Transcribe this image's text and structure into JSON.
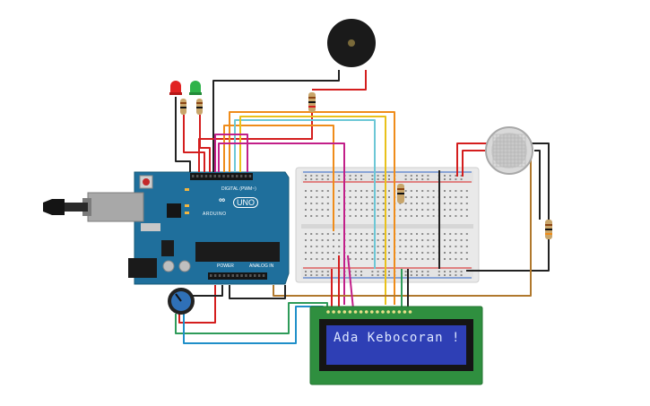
{
  "lcd": {
    "text": "Ada Kebocoran !"
  },
  "arduino": {
    "logo": "∞",
    "model": "UNO",
    "brand": "ARDUINO",
    "digital_label": "DIGITAL (PWM~)",
    "power_label": "POWER",
    "analog_label": "ANALOG IN"
  },
  "components": {
    "arduino": "arduino-uno",
    "breadboard": "half-breadboard",
    "lcd": "lcd-16x2",
    "buzzer": "piezo-buzzer",
    "gas_sensor": "gas-sensor",
    "potentiometer": "potentiometer",
    "led_red": "red-led",
    "led_green": "green-led"
  },
  "colors": {
    "arduino": "#1f6f9c",
    "lcd_board": "#2f8f3f",
    "lcd_screen": "#2e3fb5",
    "lcd_text": "#dce6ff",
    "wire_black": "#222222",
    "wire_red": "#d41e1e",
    "wire_orange": "#ef8c1a",
    "wire_yellow": "#e9c11a",
    "wire_cyan": "#6cc7d6",
    "wire_magenta": "#c21f89",
    "wire_green": "#2e9b59",
    "wire_blue": "#1f8fc9",
    "wire_brown": "#b0782d"
  }
}
